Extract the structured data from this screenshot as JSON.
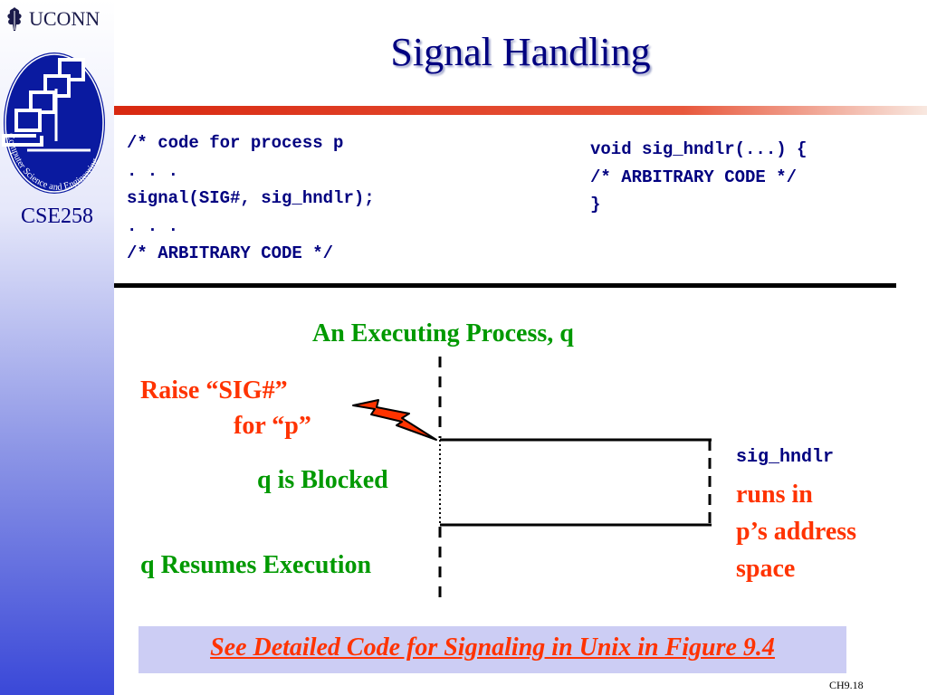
{
  "header": {
    "brand": "UCONN",
    "logo_ring_text": "Computer Science and Engineering",
    "course": "CSE258"
  },
  "slide": {
    "title": "Signal Handling"
  },
  "code_left": {
    "lines": [
      "/* code for process p",
      ". . .",
      "signal(SIG#, sig_hndlr);",
      ". . .",
      "/* ARBITRARY CODE */"
    ]
  },
  "code_right": {
    "lines": [
      "void sig_hndlr(...) {",
      "/* ARBITRARY CODE */",
      "}"
    ]
  },
  "diagram": {
    "process_label": "An Executing Process, q",
    "raise_line1": "Raise “SIG#”",
    "raise_line2": "for “p”",
    "blocked": "q is Blocked",
    "resumes": "q Resumes Execution",
    "handler_name": "sig_hndlr",
    "handler_line2": "runs in",
    "handler_line3": "p’s address",
    "handler_line4": "space"
  },
  "footer": {
    "reference": "See Detailed Code for Signaling in Unix in Figure 9.4",
    "slide_number": "CH9.18"
  },
  "colors": {
    "navy": "#000080",
    "green": "#009900",
    "red": "#ff3300",
    "box": "#cccdf4"
  },
  "icons": [
    "oak-leaf-icon",
    "computers-network-icon",
    "lightning-bolt-icon"
  ]
}
